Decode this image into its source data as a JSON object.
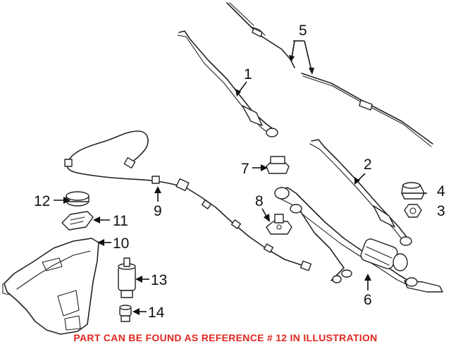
{
  "callouts": {
    "c1": "1",
    "c2": "2",
    "c3": "3",
    "c4": "4",
    "c5": "5",
    "c6": "6",
    "c7": "7",
    "c8": "8",
    "c9": "9",
    "c10": "10",
    "c11": "11",
    "c12": "12",
    "c13": "13",
    "c14": "14"
  },
  "footer_note": "PART CAN BE FOUND AS REFERENCE # 12 IN ILLUSTRATION",
  "colors": {
    "line_art": "#222222",
    "note_text": "#e0271f",
    "background": "#ffffff"
  }
}
